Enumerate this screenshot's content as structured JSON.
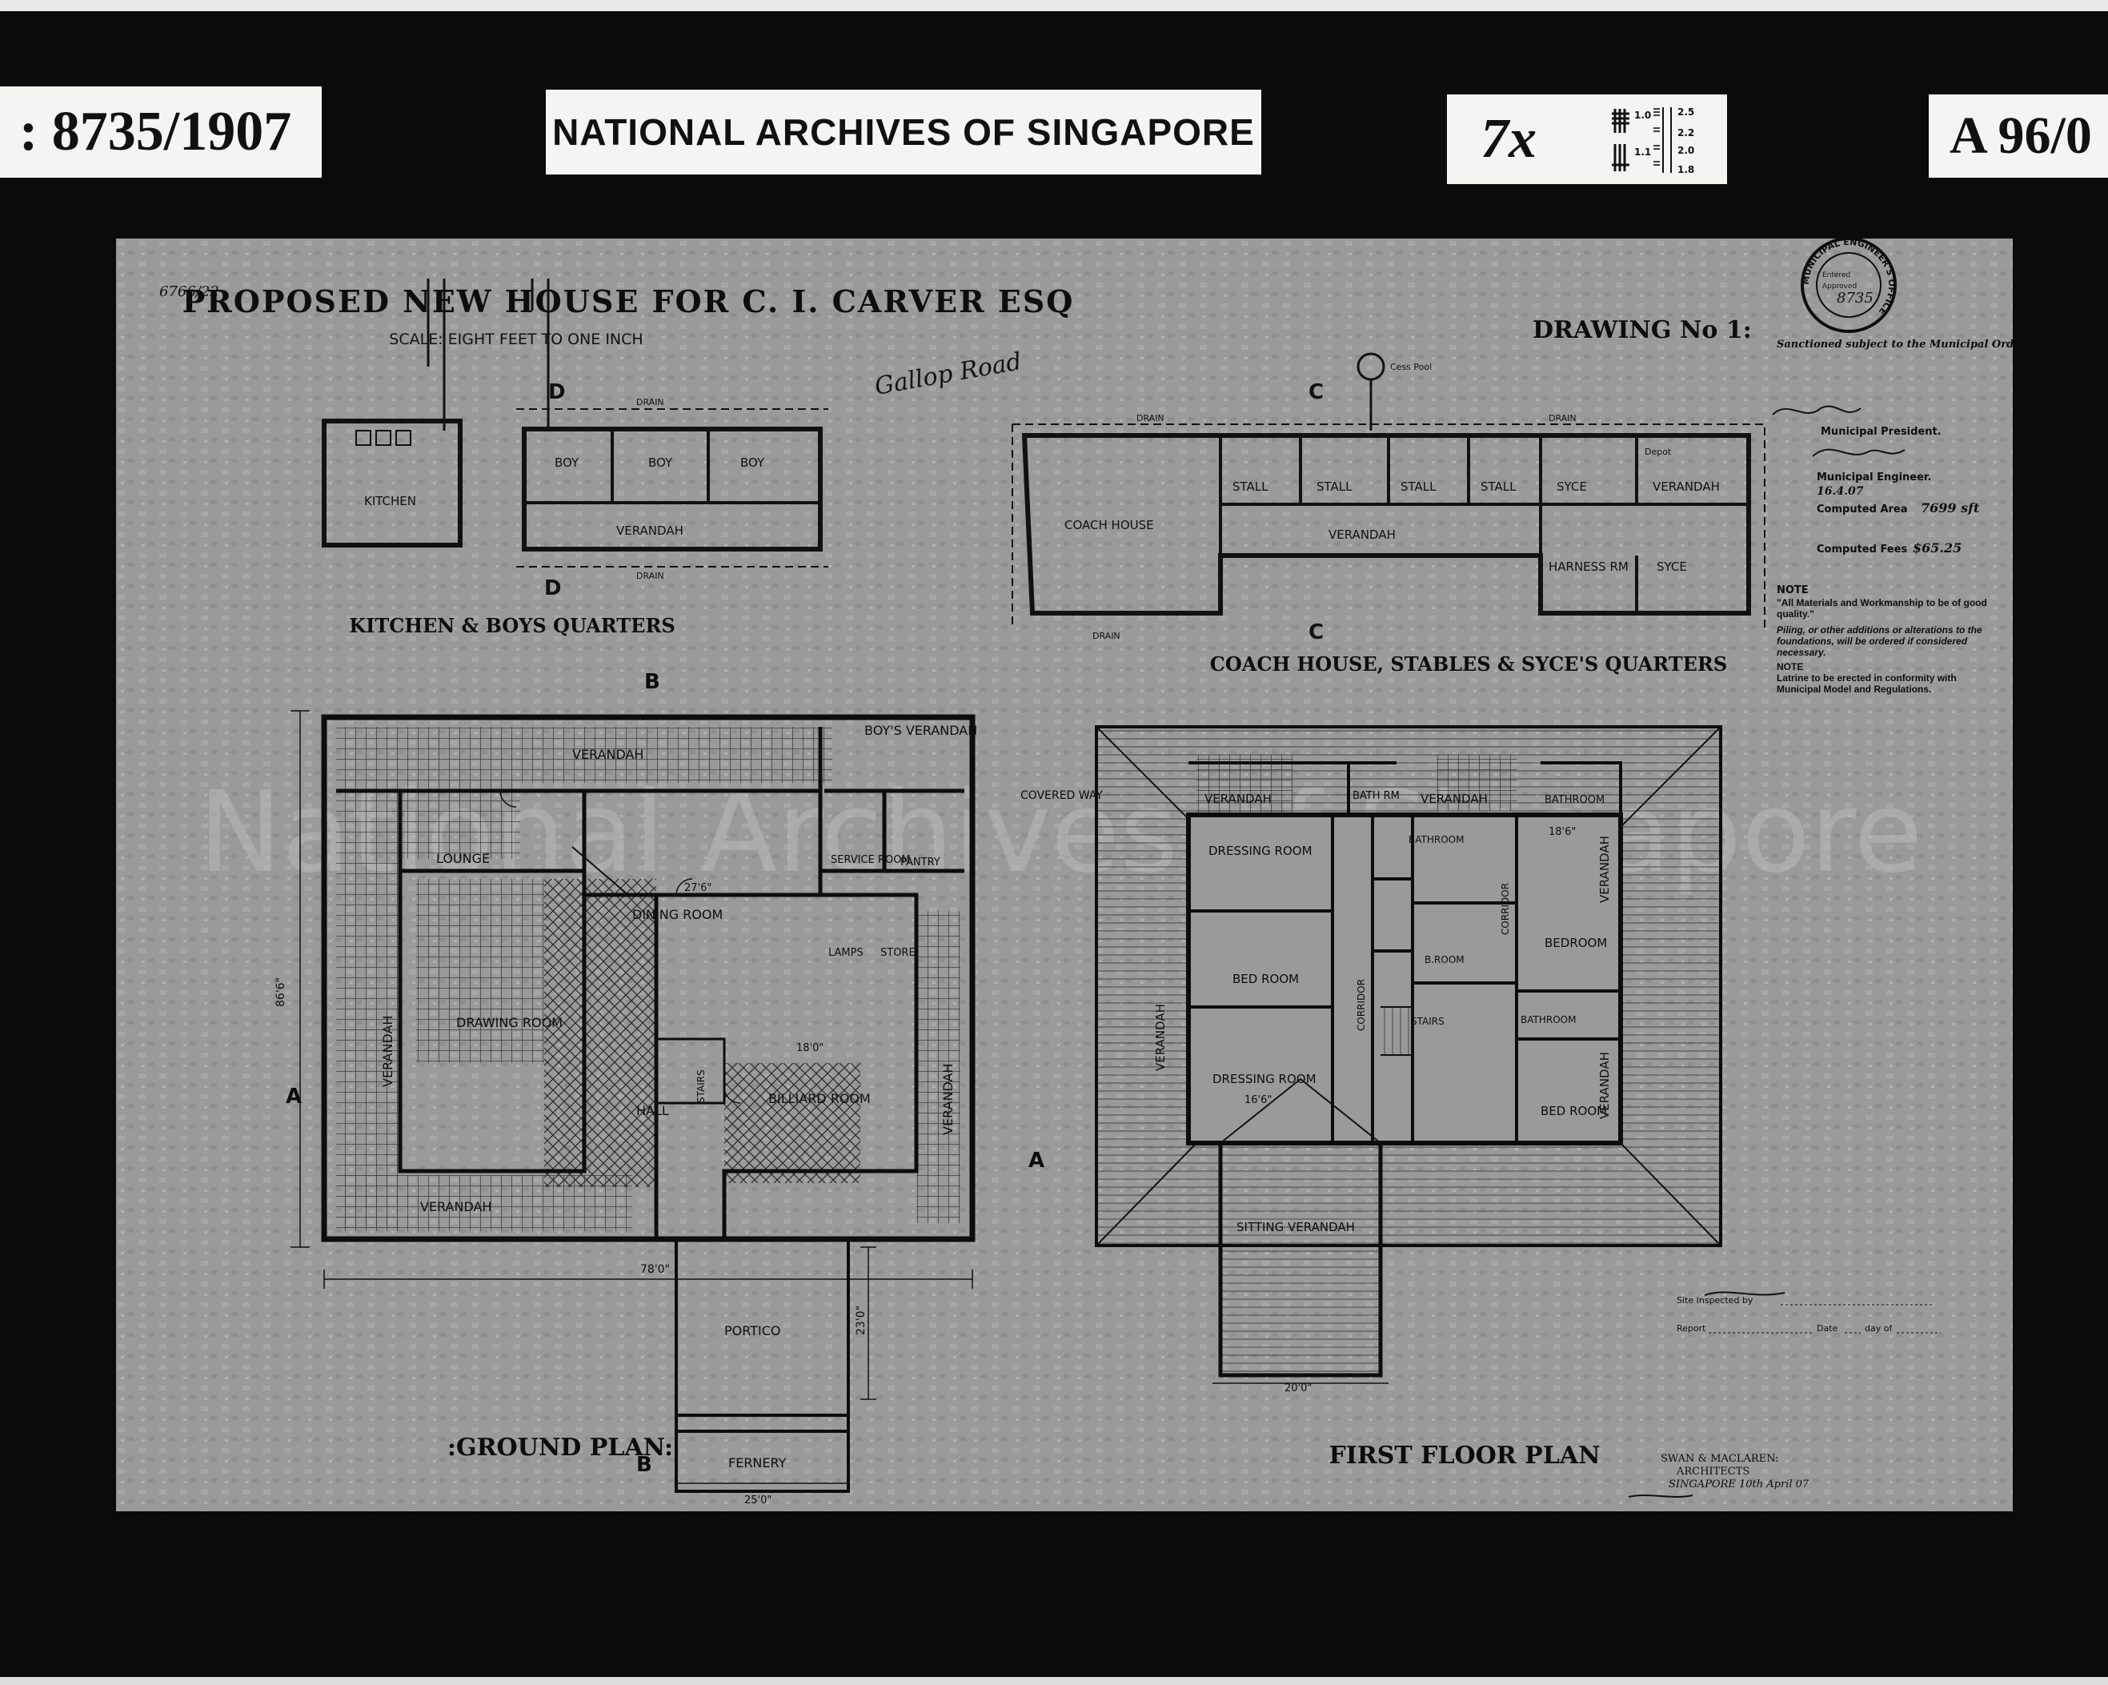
{
  "labels": {
    "left": ": 8735/1907",
    "center": "NATIONAL ARCHIVES OF SINGAPORE",
    "magnification": "7x",
    "right": "A 96/0",
    "res_target": [
      "1.0",
      "1.1",
      "2.5",
      "2.2",
      "2.0",
      "1.8"
    ]
  },
  "drawing": {
    "ref": "6766/22",
    "title": "PROPOSED NEW HOUSE FOR C. I. CARVER ESQ",
    "scale": "SCALE: EIGHT FEET TO ONE INCH",
    "drawing_no": "DRAWING No 1:",
    "road": "Gallop Road",
    "watermark": "National Archives of Singapore",
    "kitchen_block": {
      "caption": "KITCHEN & BOYS QUARTERS",
      "rooms": [
        "KITCHEN",
        "BOY",
        "BOY",
        "BOY",
        "VERANDAH",
        "DRAIN",
        "DRAIN"
      ],
      "marks": [
        "D",
        "D"
      ]
    },
    "coach_block": {
      "caption": "COACH HOUSE, STABLES & SYCE'S QUARTERS",
      "rooms": [
        "COACH HOUSE",
        "STALL",
        "STALL",
        "STALL",
        "STALL",
        "SYCE",
        "VERANDAH",
        "VERANDAH",
        "HARNESS RM",
        "SYCE",
        "DRAIN",
        "DRAIN",
        "DRAIN",
        "Depot",
        "Cess Pool"
      ],
      "marks": [
        "C",
        "C"
      ]
    },
    "ground_plan": {
      "caption": ":GROUND PLAN:",
      "rooms": [
        "VERANDAH",
        "BOY'S VERANDAH",
        "COVERED WAY",
        "LOUNGE",
        "DINING ROOM",
        "SERVICE ROOM",
        "PANTRY",
        "LAMPS",
        "STORE",
        "DRAWING ROOM",
        "VERANDAH",
        "HALL",
        "BILLIARD ROOM",
        "VERANDAH",
        "VERANDAH",
        "PORTICO",
        "FERNERY",
        "STAIRS"
      ],
      "dims": [
        "86'6\"",
        "78'0\"",
        "23'0\"",
        "25'0\"",
        "18'0\"",
        "27'6\""
      ],
      "marks": [
        "A",
        "A",
        "B",
        "B"
      ]
    },
    "first_floor_plan": {
      "caption": "FIRST FLOOR PLAN",
      "rooms": [
        "VERANDAH",
        "BATH RM",
        "VERANDAH",
        "BATHROOM",
        "DRESSING ROOM",
        "BATHROOM",
        "CORRIDOR",
        "BEDROOM",
        "VERANDAH",
        "BED ROOM",
        "B.ROOM",
        "STAIRS",
        "BATHROOM",
        "VERANDAH",
        "DRESSING ROOM",
        "BED ROOM",
        "VERANDAH",
        "SITTING VERANDAH",
        "CORRIDOR"
      ],
      "dims": [
        "20'0\"",
        "18'6\"",
        "16'6\""
      ]
    },
    "stamp": {
      "ring": "MUNICIPAL ENGINEER'S OFFICE",
      "entered": "Entered",
      "approved": "Approved",
      "number": "8735",
      "sanction": "Sanctioned subject to the Municipal Ordinance and Bye-laws.",
      "president": "Municipal President.",
      "engineer": "Municipal Engineer.",
      "date": "16.4.07",
      "area_label": "Computed Area",
      "area_value": "7699 sft",
      "fees_label": "Computed Fees",
      "fees_value": "$65.25"
    },
    "note": {
      "heading": "NOTE",
      "line1": "\"All Materials and Workmanship to be of good quality.\"",
      "line2": "Piling, or other additions or alterations to the foundations, will be ordered if considered necessary.",
      "line3": "NOTE",
      "line4": "Latrine to be erected in conformity with Municipal Model and Regulations."
    },
    "inspection": {
      "site": "Site Inspected by",
      "report": "Report",
      "date": "Date",
      "day": "day of"
    },
    "architects": {
      "name": "SWAN & MACLAREN:",
      "role": "ARCHITECTS",
      "place": "SINGAPORE 10th April 07"
    }
  }
}
